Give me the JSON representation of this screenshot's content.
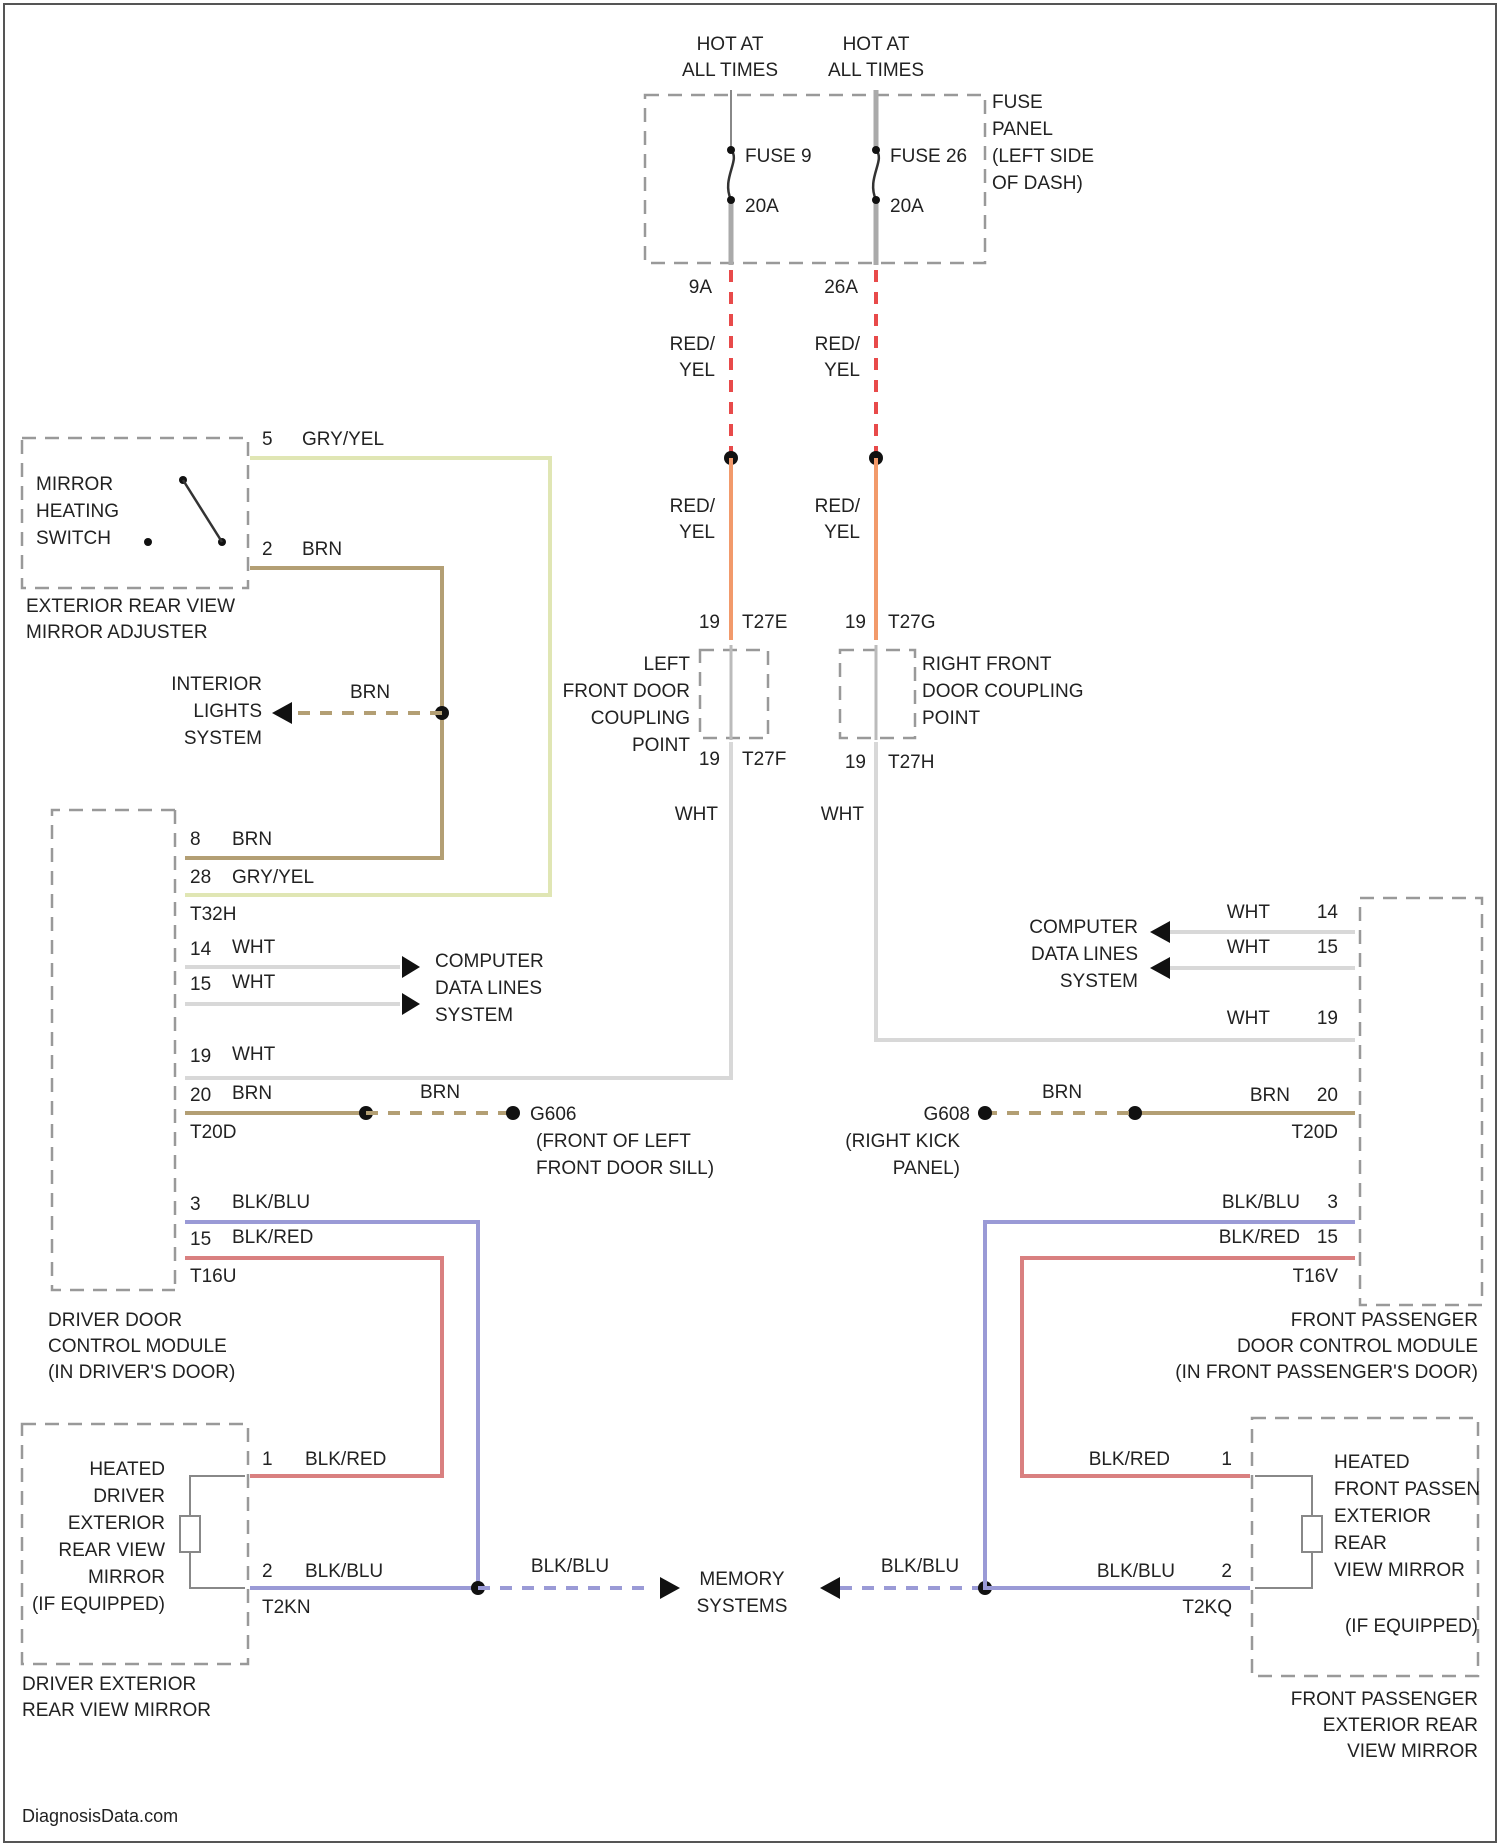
{
  "colors": {
    "red_yel": "#e84a4a",
    "orange": "#f29a6b",
    "gry_yel": "#e0e6b4",
    "brn": "#b39f74",
    "wht": "#d8d8d8",
    "blk_blu": "#9a9ad6",
    "blk_red": "#d98080",
    "frame": "#999999"
  },
  "fuse": {
    "hot1": [
      "HOT AT",
      "ALL TIMES"
    ],
    "hot2": [
      "HOT AT",
      "ALL TIMES"
    ],
    "f9_name": "FUSE 9",
    "f9_amp": "20A",
    "f26_name": "FUSE 26",
    "f26_amp": "20A",
    "panel": [
      "FUSE",
      "PANEL",
      "(LEFT SIDE",
      "OF DASH)"
    ],
    "pin9": "9A",
    "pin26": "26A"
  },
  "wires": {
    "red_yel": [
      "RED/",
      "YEL"
    ]
  },
  "left_coupling": {
    "pin_top": "19",
    "conn_top": "T27E",
    "label": [
      "LEFT",
      "FRONT DOOR",
      "COUPLING",
      "POINT"
    ],
    "pin_bot": "19",
    "conn_bot": "T27F",
    "wht": "WHT"
  },
  "right_coupling": {
    "pin_top": "19",
    "conn_top": "T27G",
    "label": [
      "RIGHT FRONT",
      "DOOR COUPLING",
      "POINT"
    ],
    "pin_bot": "19",
    "conn_bot": "T27H",
    "wht": "WHT"
  },
  "switch": {
    "label": [
      "MIRROR",
      "HEATING",
      "SWITCH"
    ],
    "pin5": "5",
    "pin5_color": "GRY/YEL",
    "pin2": "2",
    "pin2_color": "BRN",
    "sub": [
      "EXTERIOR REAR VIEW",
      "MIRROR ADJUSTER"
    ]
  },
  "interior": {
    "label": [
      "INTERIOR",
      "LIGHTS",
      "SYSTEM"
    ],
    "wire": "BRN"
  },
  "driver_module": {
    "p8": "8",
    "p8c": "BRN",
    "p28": "28",
    "p28c": "GRY/YEL",
    "conn1": "T32H",
    "p14": "14",
    "p14c": "WHT",
    "p15": "15",
    "p15c": "WHT",
    "cdl": [
      "COMPUTER",
      "DATA LINES",
      "SYSTEM"
    ],
    "p19": "19",
    "p19c": "WHT",
    "p20": "20",
    "p20c": "BRN",
    "conn2": "T20D",
    "gnd_wire": "BRN",
    "gnd": [
      "G606",
      "(FRONT OF LEFT",
      "FRONT DOOR SILL)"
    ],
    "p3": "3",
    "p3c": "BLK/BLU",
    "p15b": "15",
    "p15bc": "BLK/RED",
    "conn3": "T16U",
    "label": [
      "DRIVER DOOR",
      "CONTROL MODULE",
      "(IN DRIVER'S DOOR)"
    ]
  },
  "pass_module": {
    "cdl": [
      "COMPUTER",
      "DATA LINES",
      "SYSTEM"
    ],
    "p14": "14",
    "p14c": "WHT",
    "p15": "15",
    "p15c": "WHT",
    "p19": "19",
    "p19c": "WHT",
    "p20": "20",
    "p20c": "BRN",
    "conn2": "T20D",
    "gnd": [
      "G608",
      "(RIGHT KICK",
      "PANEL)"
    ],
    "gnd_wire": "BRN",
    "p3": "3",
    "p3c": "BLK/BLU",
    "p15b": "15",
    "p15bc": "BLK/RED",
    "conn3": "T16V",
    "label": [
      "FRONT PASSENGER",
      "DOOR CONTROL MODULE",
      "(IN FRONT PASSENGER'S DOOR)"
    ]
  },
  "driver_mirror": {
    "label": [
      "HEATED",
      "DRIVER",
      "EXTERIOR",
      "REAR VIEW",
      "MIRROR",
      "(IF EQUIPPED)"
    ],
    "pin1": "1",
    "pin1c": "BLK/RED",
    "pin2": "2",
    "pin2c": "BLK/BLU",
    "conn": "T2KN",
    "sub": [
      "DRIVER EXTERIOR",
      "REAR VIEW MIRROR"
    ]
  },
  "pass_mirror": {
    "label": [
      "HEATED",
      "FRONT PASSEN",
      "EXTERIOR",
      "REAR",
      "VIEW MIRROR",
      "(IF EQUIPPED)"
    ],
    "pin1": "1",
    "pin1c": "BLK/RED",
    "pin2": "2",
    "pin2c": "BLK/BLU",
    "conn": "T2KQ",
    "sub": [
      "FRONT PASSENGER",
      "EXTERIOR REAR",
      "VIEW MIRROR"
    ]
  },
  "memory": {
    "label": [
      "MEMORY",
      "SYSTEMS"
    ],
    "left_wire": "BLK/BLU",
    "right_wire": "BLK/BLU"
  },
  "footer": "DiagnosisData.com"
}
